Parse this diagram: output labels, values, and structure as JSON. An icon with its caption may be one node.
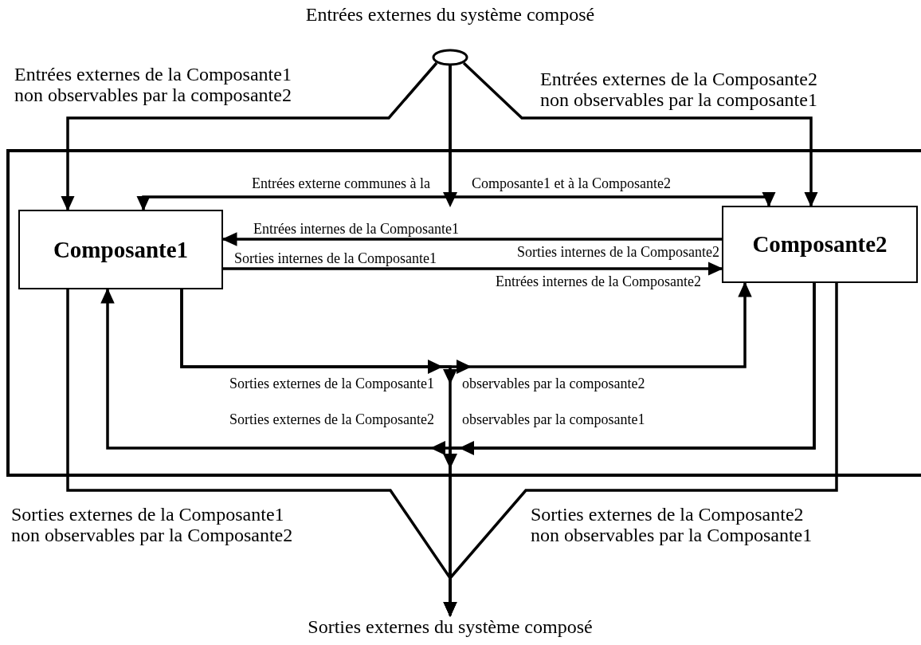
{
  "diagram": {
    "nodes": [
      {
        "text": [],
        "shape": "box"
      },
      {
        "text": [
          "Composante1"
        ],
        "in": 0
      },
      {
        "text": [
          "Composante2"
        ],
        "in": 0
      },
      {
        "text": [
          "Entrées externes du système composé"
        ]
      },
      {
        "text": [
          "Sorties externes du système composé"
        ]
      }
    ],
    "edges": [
      {
        "from": 3,
        "to": 1,
        "arrow": "to",
        "label": "Entrées externes de la Composante1 non observables par la composante2"
      },
      {
        "from": 3,
        "to": 2,
        "arrow": "to",
        "label": "Entrées externes de la Composante2 non observables par la composante1"
      },
      {
        "from": 3,
        "to": 1,
        "arrow": "to",
        "label": "Entrées externe communes à la"
      },
      {
        "from": 3,
        "to": 2,
        "arrow": "to",
        "label": "Composante1 et à la Composante2"
      },
      {
        "from": 2,
        "to": 1,
        "arrow": "to",
        "label": "Entrées internes de la Composante1"
      },
      {
        "from": 1,
        "to": 2,
        "arrow": "to",
        "label": "Sorties internes de la Composante1"
      },
      {
        "from": 1,
        "to": 2,
        "arrow": "to",
        "label": "observables par la composante2"
      },
      {
        "from": 1,
        "to": 4,
        "arrow": "to",
        "label": "Sorties externes de la Composante1"
      },
      {
        "from": 2,
        "to": 1,
        "arrow": "to",
        "label": "Sorties externes de la Composante2"
      },
      {
        "from": 2,
        "to": 4,
        "arrow": "to",
        "label": "observables par la composante1"
      },
      {
        "from": 1,
        "to": 4,
        "arrow": "to",
        "label": "Sorties externes de la Composante1 non observables par la Composante2"
      },
      {
        "from": 2,
        "to": 4,
        "arrow": "to",
        "label": "Sorties externes de la Composante2 non observables par la Composante1"
      }
    ],
    "labels": [
      "Sorties internes de la Composante2",
      "Entrées internes de la Composante2"
    ]
  }
}
